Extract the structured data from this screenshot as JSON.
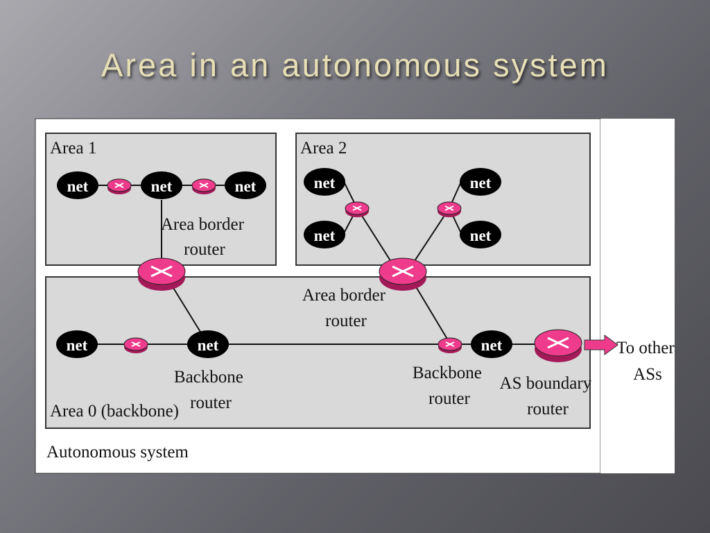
{
  "slide": {
    "title": "Area in an autonomous system"
  },
  "diagram": {
    "area1_label": "Area 1",
    "area2_label": "Area 2",
    "area0_label": "Area 0 (backbone)",
    "as_label": "Autonomous system",
    "net_label": "net",
    "area_border_router_1": [
      "Area border",
      "router"
    ],
    "area_border_router_2": [
      "Area border",
      "router"
    ],
    "backbone_router_1": [
      "Backbone",
      "router"
    ],
    "backbone_router_2": [
      "Backbone",
      "router"
    ],
    "as_boundary_router": [
      "AS boundary",
      "router"
    ],
    "to_other_as": [
      "To other",
      "ASs"
    ]
  },
  "colors": {
    "router_fill": "#ee3b8b",
    "router_shade": "#a41a58",
    "net_fill": "#000000",
    "area_fill": "#d9d9d9"
  }
}
